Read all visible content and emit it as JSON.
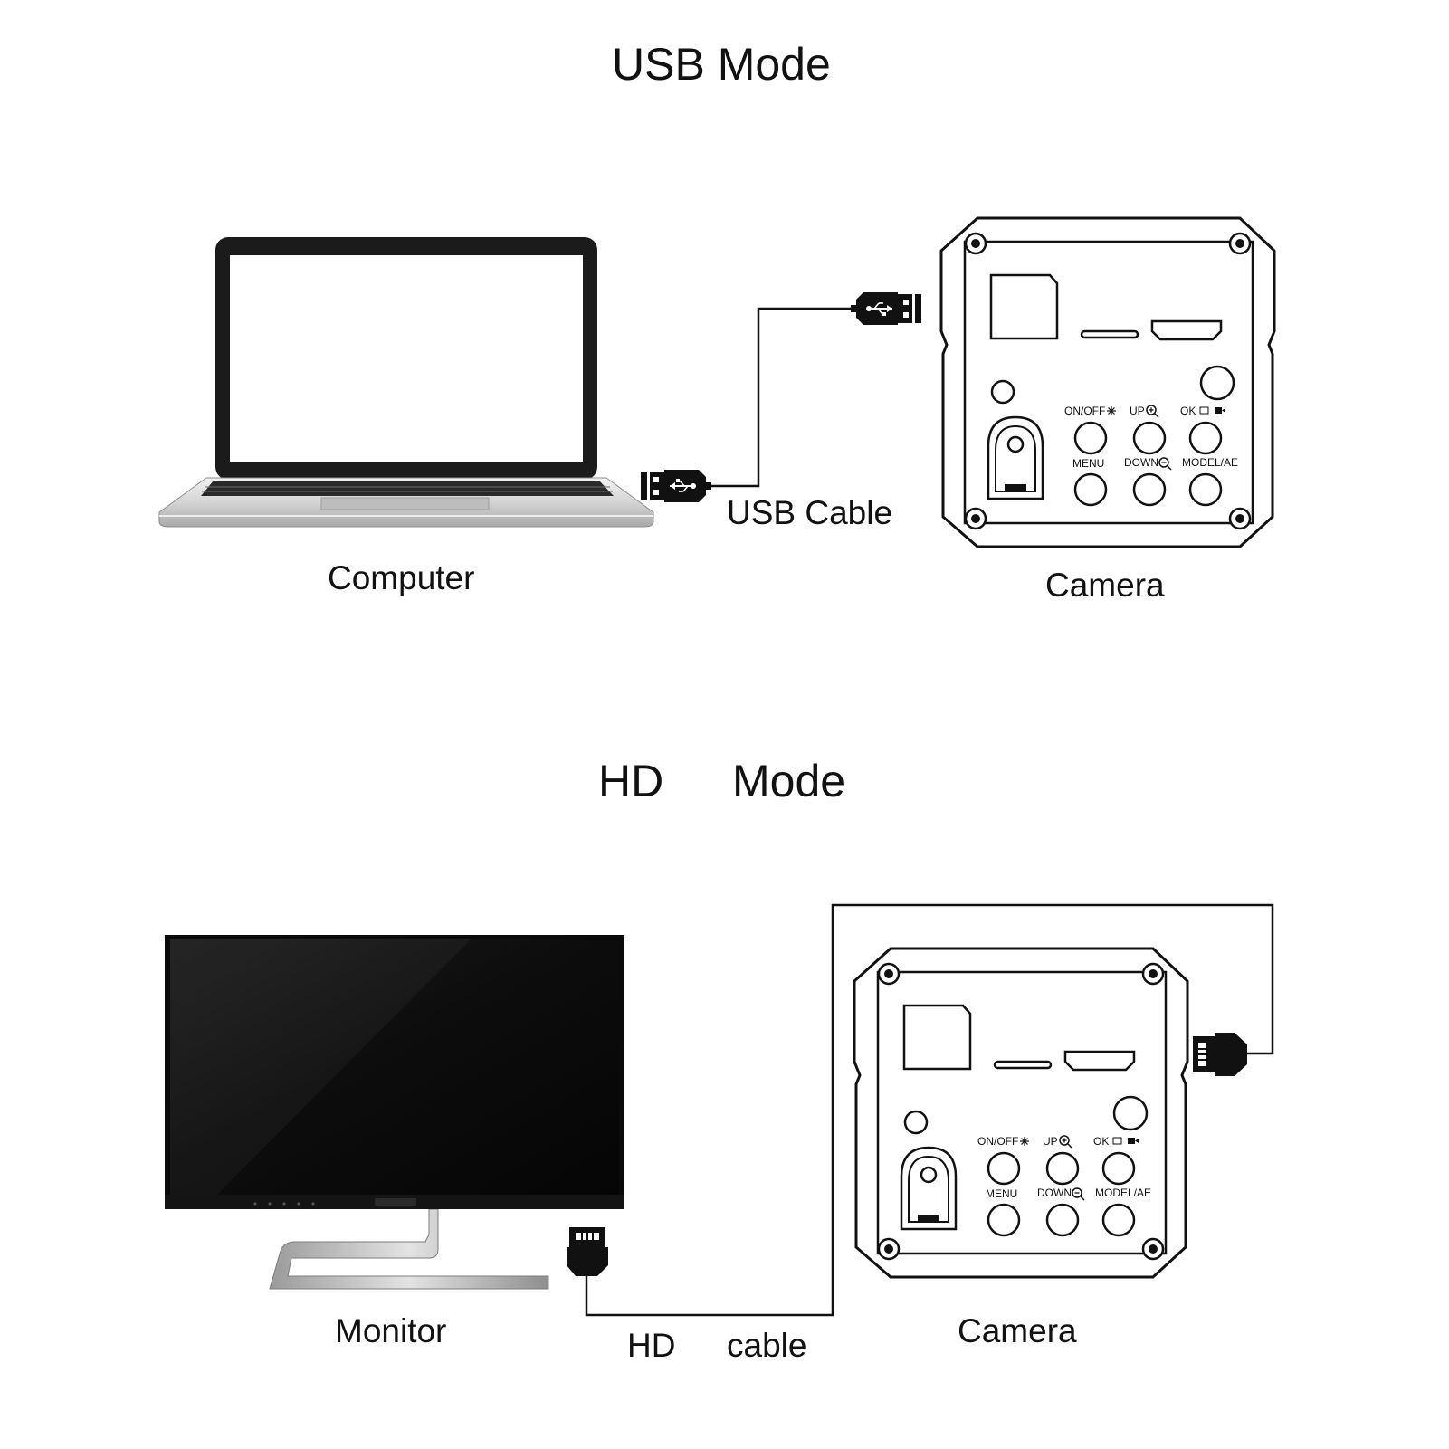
{
  "usb_section": {
    "title": "USB Mode",
    "computer_label": "Computer",
    "cable_label": "USB Cable",
    "camera_label": "Camera"
  },
  "hd_section": {
    "title_word1": "HD",
    "title_word2": "Mode",
    "monitor_label": "Monitor",
    "cable_word1": "HD",
    "cable_word2": "cable",
    "camera_label": "Camera"
  },
  "camera_buttons": {
    "on_off": "ON/OFF",
    "up": "UP",
    "ok": "OK",
    "menu": "MENU",
    "down": "DOWN",
    "model_ae": "MODEL/AE"
  },
  "icons": [
    "laptop-icon",
    "monitor-icon",
    "camera-back-panel-icon",
    "usb-plug-icon",
    "hdmi-plug-icon"
  ]
}
